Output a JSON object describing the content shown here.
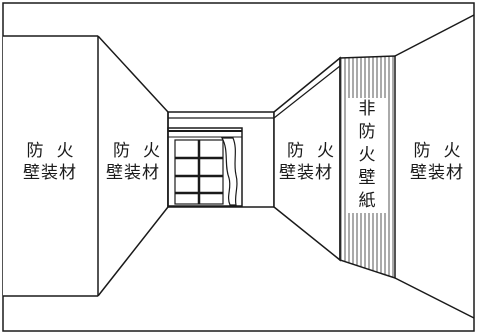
{
  "labels": {
    "left_outer_line1": "防火",
    "left_outer_line2": "壁装材",
    "left_inner_line1": "防火",
    "left_inner_line2": "壁装材",
    "right_inner_line1": "防火",
    "right_inner_line2": "壁装材",
    "right_outer_line1": "防火",
    "right_outer_line2": "壁装材",
    "strip": [
      "非",
      "防",
      "火",
      "壁",
      "紙"
    ]
  },
  "colors": {
    "line": "#1a1a1a",
    "background": "#ffffff",
    "stripe": "#555555"
  }
}
